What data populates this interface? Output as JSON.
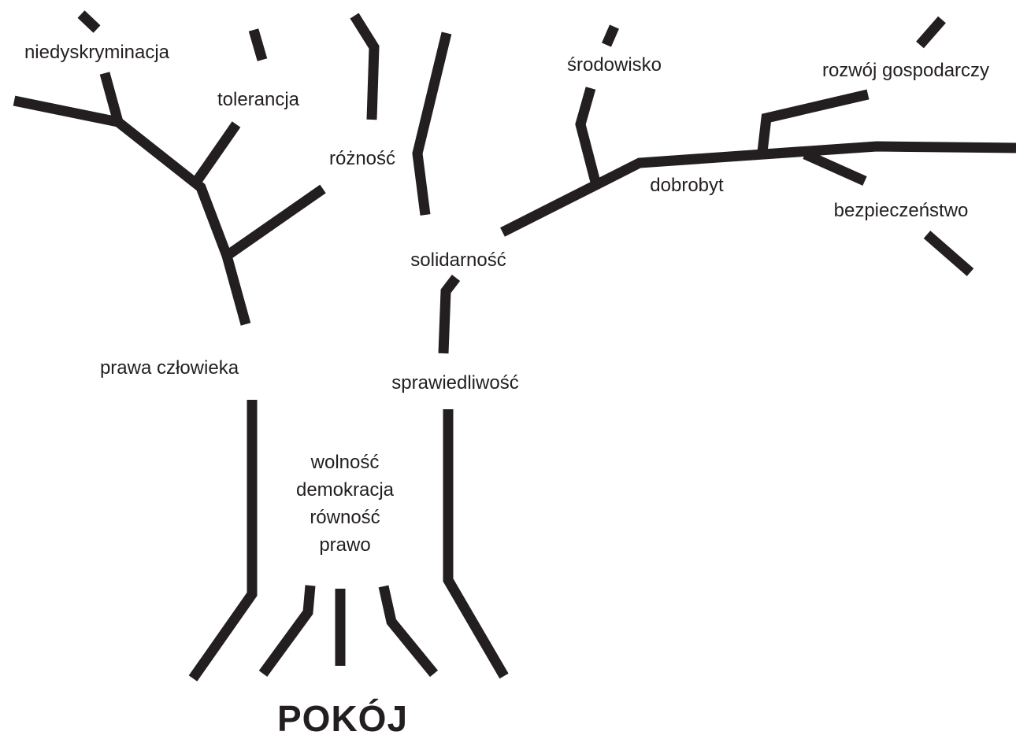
{
  "colors": {
    "ink": "#231f20",
    "background": "#ffffff"
  },
  "labels": {
    "niedyskryminacja": "niedyskryminacja",
    "tolerancja": "tolerancja",
    "roznosc": "różność",
    "srodowisko": "środowisko",
    "rozwoj_gospodarczy": "rozwój gospodarczy",
    "dobrobyt": "dobrobyt",
    "bezpieczenstwo": "bezpieczeństwo",
    "solidarnosc": "solidarność",
    "prawa_czlowieka": "prawa człowieka",
    "sprawiedliwosc": "sprawiedliwość"
  },
  "trunk_values": [
    "wolność",
    "demokracja",
    "równość",
    "prawo"
  ],
  "title": "POKÓJ"
}
